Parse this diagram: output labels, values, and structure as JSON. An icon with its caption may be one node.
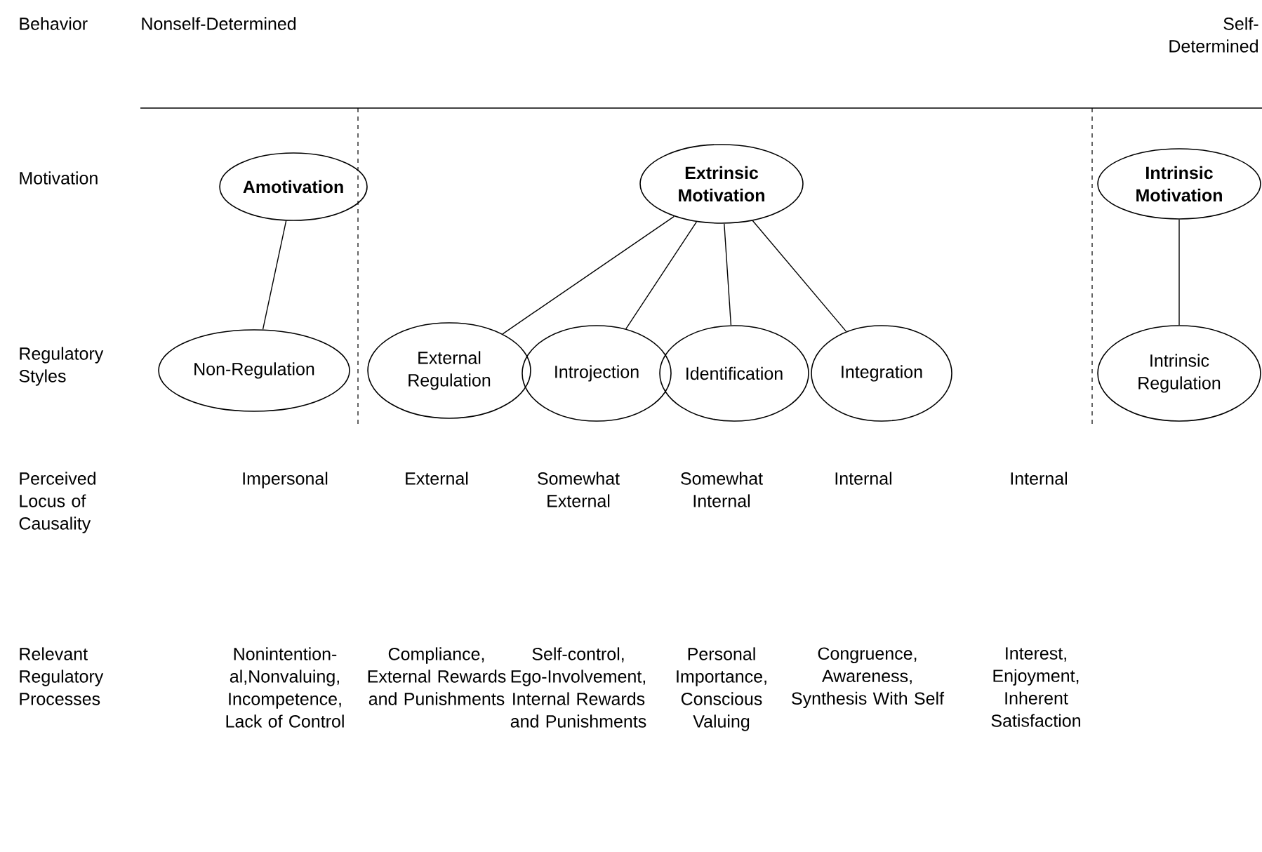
{
  "diagram": {
    "nodes": [
      {
        "text": [
          "Amotivation"
        ]
      },
      {
        "text": [
          "Extrinsic Motivation"
        ]
      },
      {
        "text": [
          "Intrinsic Motivation"
        ]
      },
      {
        "text": [
          "Non-Regulation"
        ]
      },
      {
        "text": [
          "External Regulation"
        ]
      },
      {
        "text": [
          "Introjection"
        ]
      },
      {
        "text": [
          "Identification"
        ]
      },
      {
        "text": [
          "Integration"
        ]
      },
      {
        "text": [
          "Intrinsic Regulation"
        ]
      }
    ],
    "edges": [
      {
        "from": 0,
        "to": 3,
        "arrow": "none"
      },
      {
        "from": 1,
        "to": 4,
        "arrow": "none"
      },
      {
        "from": 1,
        "to": 5,
        "arrow": "none"
      },
      {
        "from": 1,
        "to": 6,
        "arrow": "none"
      },
      {
        "from": 1,
        "to": 7,
        "arrow": "none"
      },
      {
        "from": 2,
        "to": 8,
        "arrow": "none"
      }
    ],
    "labels": [
      "Behavior",
      "Nonself-Determined",
      "Self-Determined",
      "Motivation",
      "Regulatory Styles",
      "Perceived Locus of Causality",
      "Impersonal",
      "External",
      "Somewhat External",
      "Somewhat Internal",
      "Internal",
      "Internal",
      "Relevant Regulatory Processes",
      "Nonintention-al,Nonvaluing, Incompetence, Lack of Control",
      "Compliance, External Rewards and Punishments",
      "Self-control, Ego-Involvement, Internal Rewards and Punishments",
      "Personal Importance, Conscious Valuing",
      "Congruence, Awareness, Synthesis With Self",
      "Interest, Enjoyment, Inherent Satisfaction"
    ]
  }
}
